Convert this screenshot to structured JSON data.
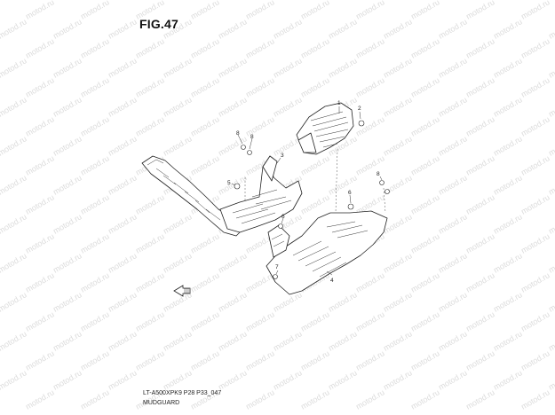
{
  "figure": {
    "title": "FIG.47"
  },
  "footer": {
    "code": "LT-A500XPK9 P28 P33_047",
    "caption": "MUDGUARD"
  },
  "watermark": {
    "text": "motod.ru"
  },
  "callouts": [
    "1",
    "2",
    "3",
    "4",
    "5",
    "6",
    "6",
    "7",
    "8",
    "8",
    "8"
  ]
}
